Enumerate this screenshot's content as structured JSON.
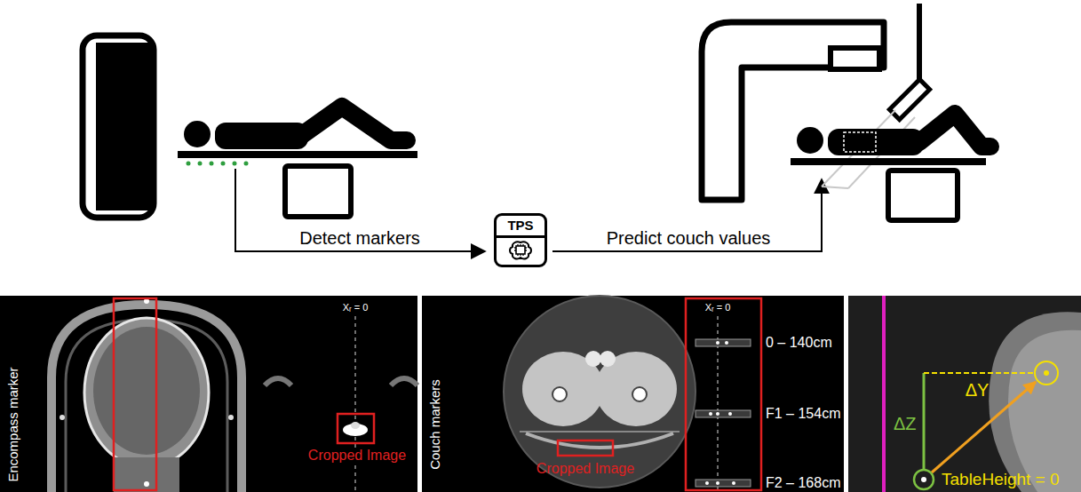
{
  "diagram": {
    "nodes": [
      {
        "text": [
          "TPS"
        ]
      }
    ],
    "labels": [
      "Detect markers",
      "Predict couch values",
      "Encompass marker",
      "Xᵣ = 0",
      "Cropped Image",
      "Couch markers",
      "Cropped Image",
      "Xᵣ = 0",
      "0 – 140cm",
      "F1 – 154cm",
      "F2 – 168cm",
      "ΔY",
      "ΔZ",
      "TableHeight = 0"
    ]
  }
}
